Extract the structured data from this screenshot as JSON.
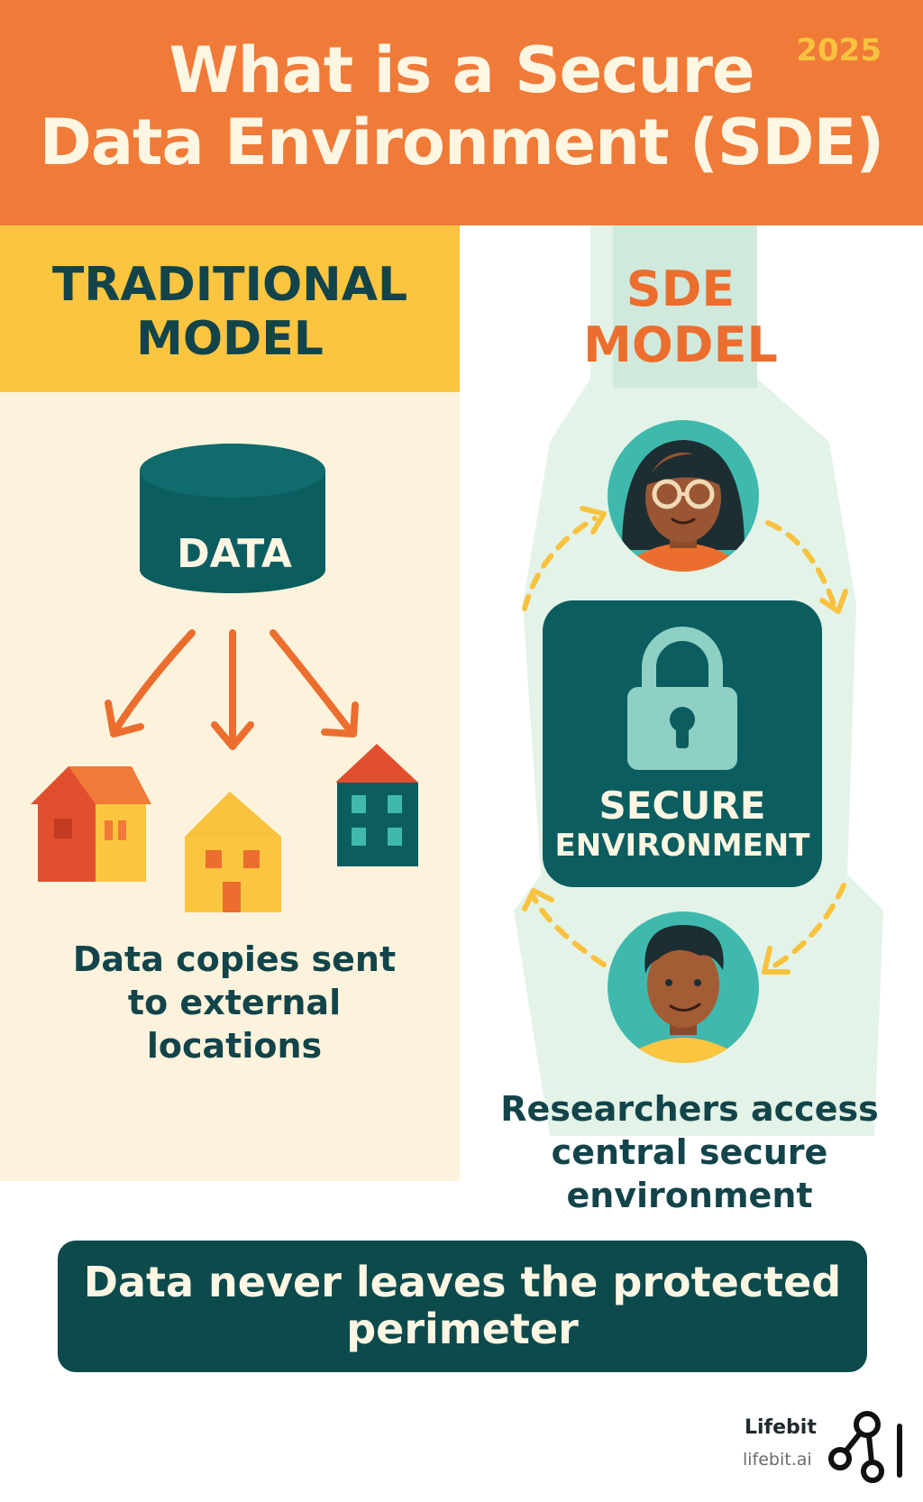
{
  "header": {
    "title_line1": "What is a Secure",
    "title_line2": "Data Environment (SDE)",
    "year": "2025"
  },
  "traditional": {
    "heading_line1": "TRADITIONAL",
    "heading_line2": "MODEL",
    "data_label": "DATA",
    "caption_line1": "Data copies sent",
    "caption_line2": "to external",
    "caption_line3": "locations"
  },
  "sde": {
    "heading_line1": "SDE",
    "heading_line2": "MODEL",
    "secure_line1": "SECURE",
    "secure_line2": "ENVIRONMENT",
    "caption_line1": "Researchers access",
    "caption_line2": "central secure",
    "caption_line3": "environment"
  },
  "banner": {
    "line1": "Data never leaves the protected",
    "line2": "perimeter"
  },
  "footer": {
    "brand": "Lifebit",
    "url": "lifebit.ai"
  },
  "colors": {
    "orange": "#f07a38",
    "yellow": "#fcc540",
    "teal_dark": "#0c5d5f",
    "teal": "#3fb9ad",
    "cream": "#fdf3dd",
    "navy_text": "#12444a"
  }
}
